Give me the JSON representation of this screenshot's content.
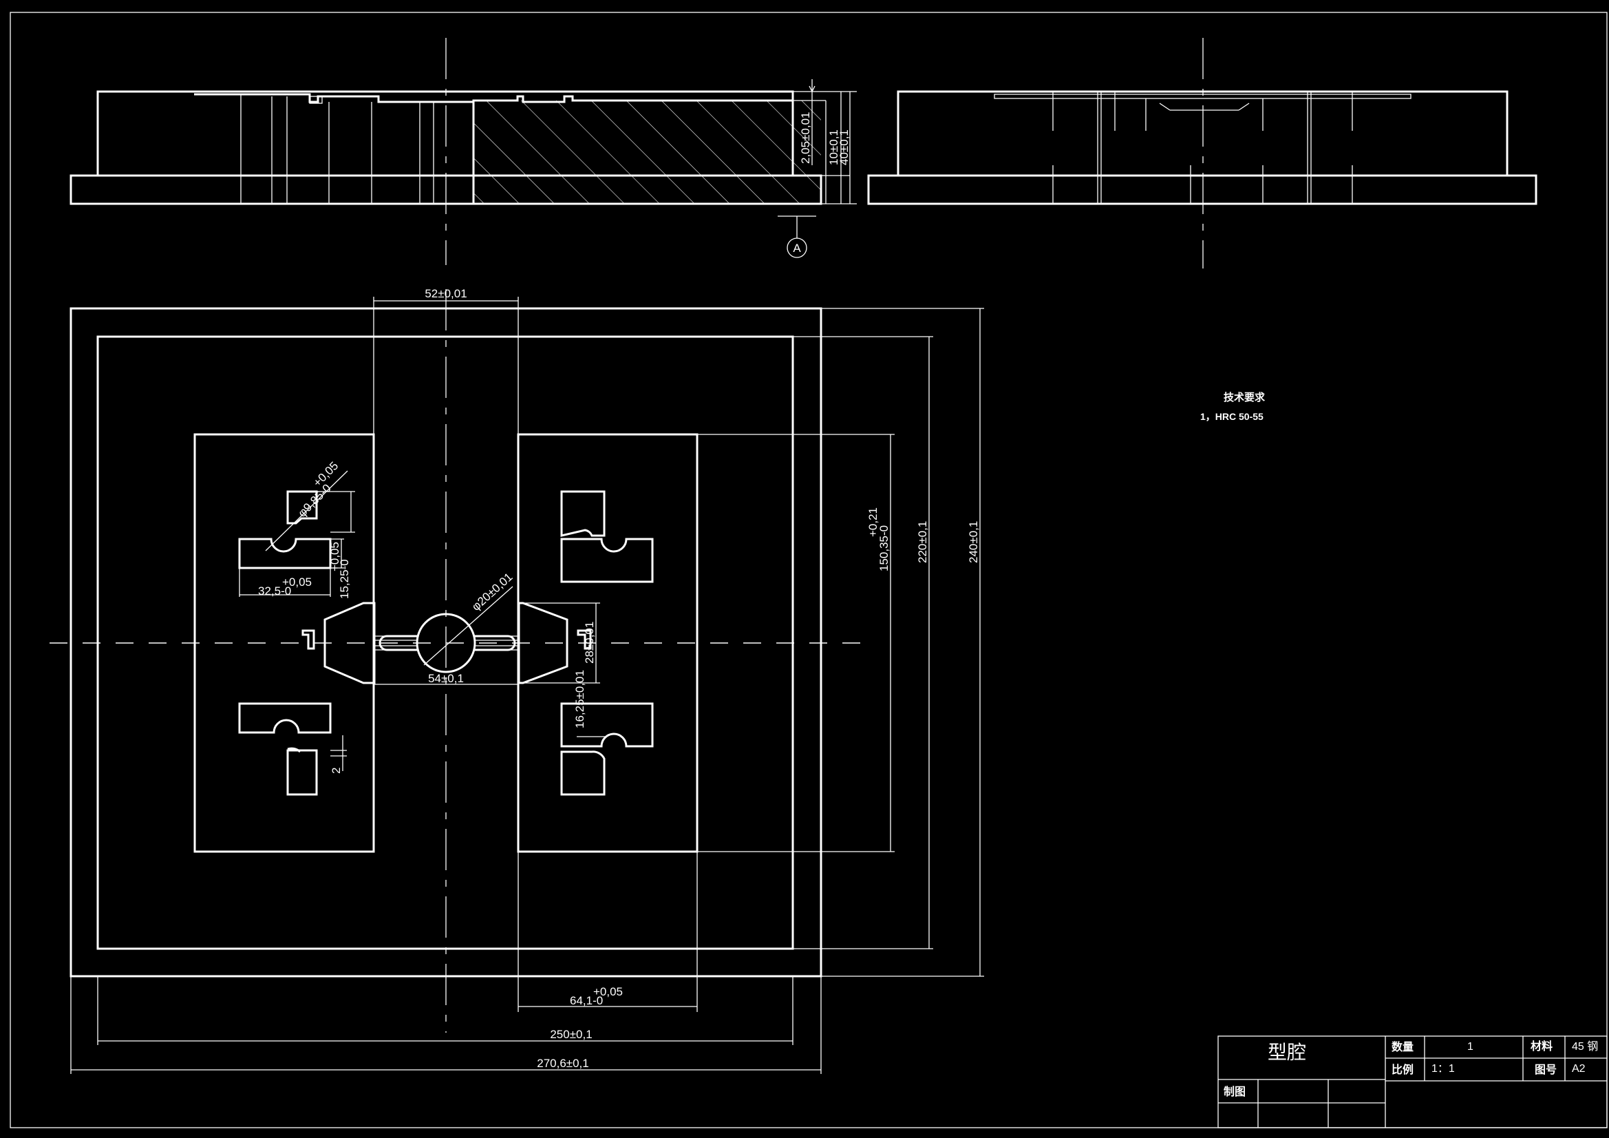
{
  "drawing": {
    "dimensions": {
      "d52": "52±0,01",
      "d205": "2,05±0,01",
      "d10": "10±0,1",
      "d40": "40±0,1",
      "d_upper_tol": "+0,05",
      "d_phi9": "φ9,85-0",
      "d_tol_a": "+0,05",
      "d_15": "15,25-0",
      "d_tol_b": "+0,05",
      "d_325": "32,5-0",
      "d_phi20": "φ20±0,01",
      "d_54": "54±0,1",
      "d_28": "28±0,01",
      "d_16": "16,25±0,01",
      "d_2": "2",
      "d_021": "+0,21",
      "d_150": "150,35-0",
      "d_220": "220±0,1",
      "d_240": "240±0,1",
      "d_tol_c": "+0,05",
      "d_641": "64,1-0",
      "d_250": "250±0,1",
      "d_270": "270,6±0,1"
    },
    "section_label": "A",
    "tech_req_title": "技术要求",
    "tech_req_item": "1，HRC 50-55"
  },
  "title_block": {
    "part_name": "型腔",
    "qty_label": "数量",
    "qty_value": "1",
    "material_label": "材料",
    "material_value": "45 钢",
    "scale_label": "比例",
    "scale_value": "1：1",
    "drawing_no_label": "图号",
    "drawing_no_value": "A2",
    "drafter_label": "制图"
  }
}
